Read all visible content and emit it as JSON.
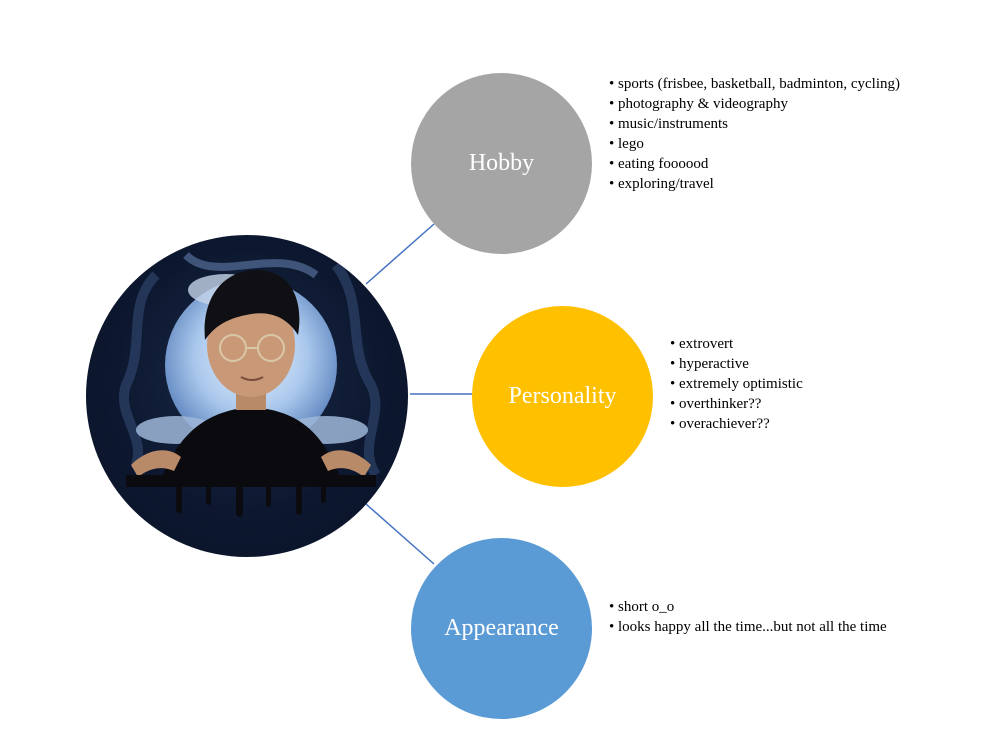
{
  "nodes": {
    "hobby": {
      "label": "Hobby",
      "color": "#a5a5a5"
    },
    "personality": {
      "label": "Personality",
      "color": "#ffc000"
    },
    "appearance": {
      "label": "Appearance",
      "color": "#5b9bd5"
    }
  },
  "connector_color": "#4472c4",
  "lists": {
    "hobby": [
      "sports (frisbee, basketball, badminton, cycling)",
      "photography & videography",
      "music/instruments",
      "lego",
      "eating foooood",
      "exploring/travel"
    ],
    "personality": [
      "extrovert",
      "hyperactive",
      "extremely optimistic",
      "overthinker??",
      "overachiever??"
    ],
    "appearance": [
      "short o_o",
      "looks happy all the time...but not all the time"
    ]
  }
}
